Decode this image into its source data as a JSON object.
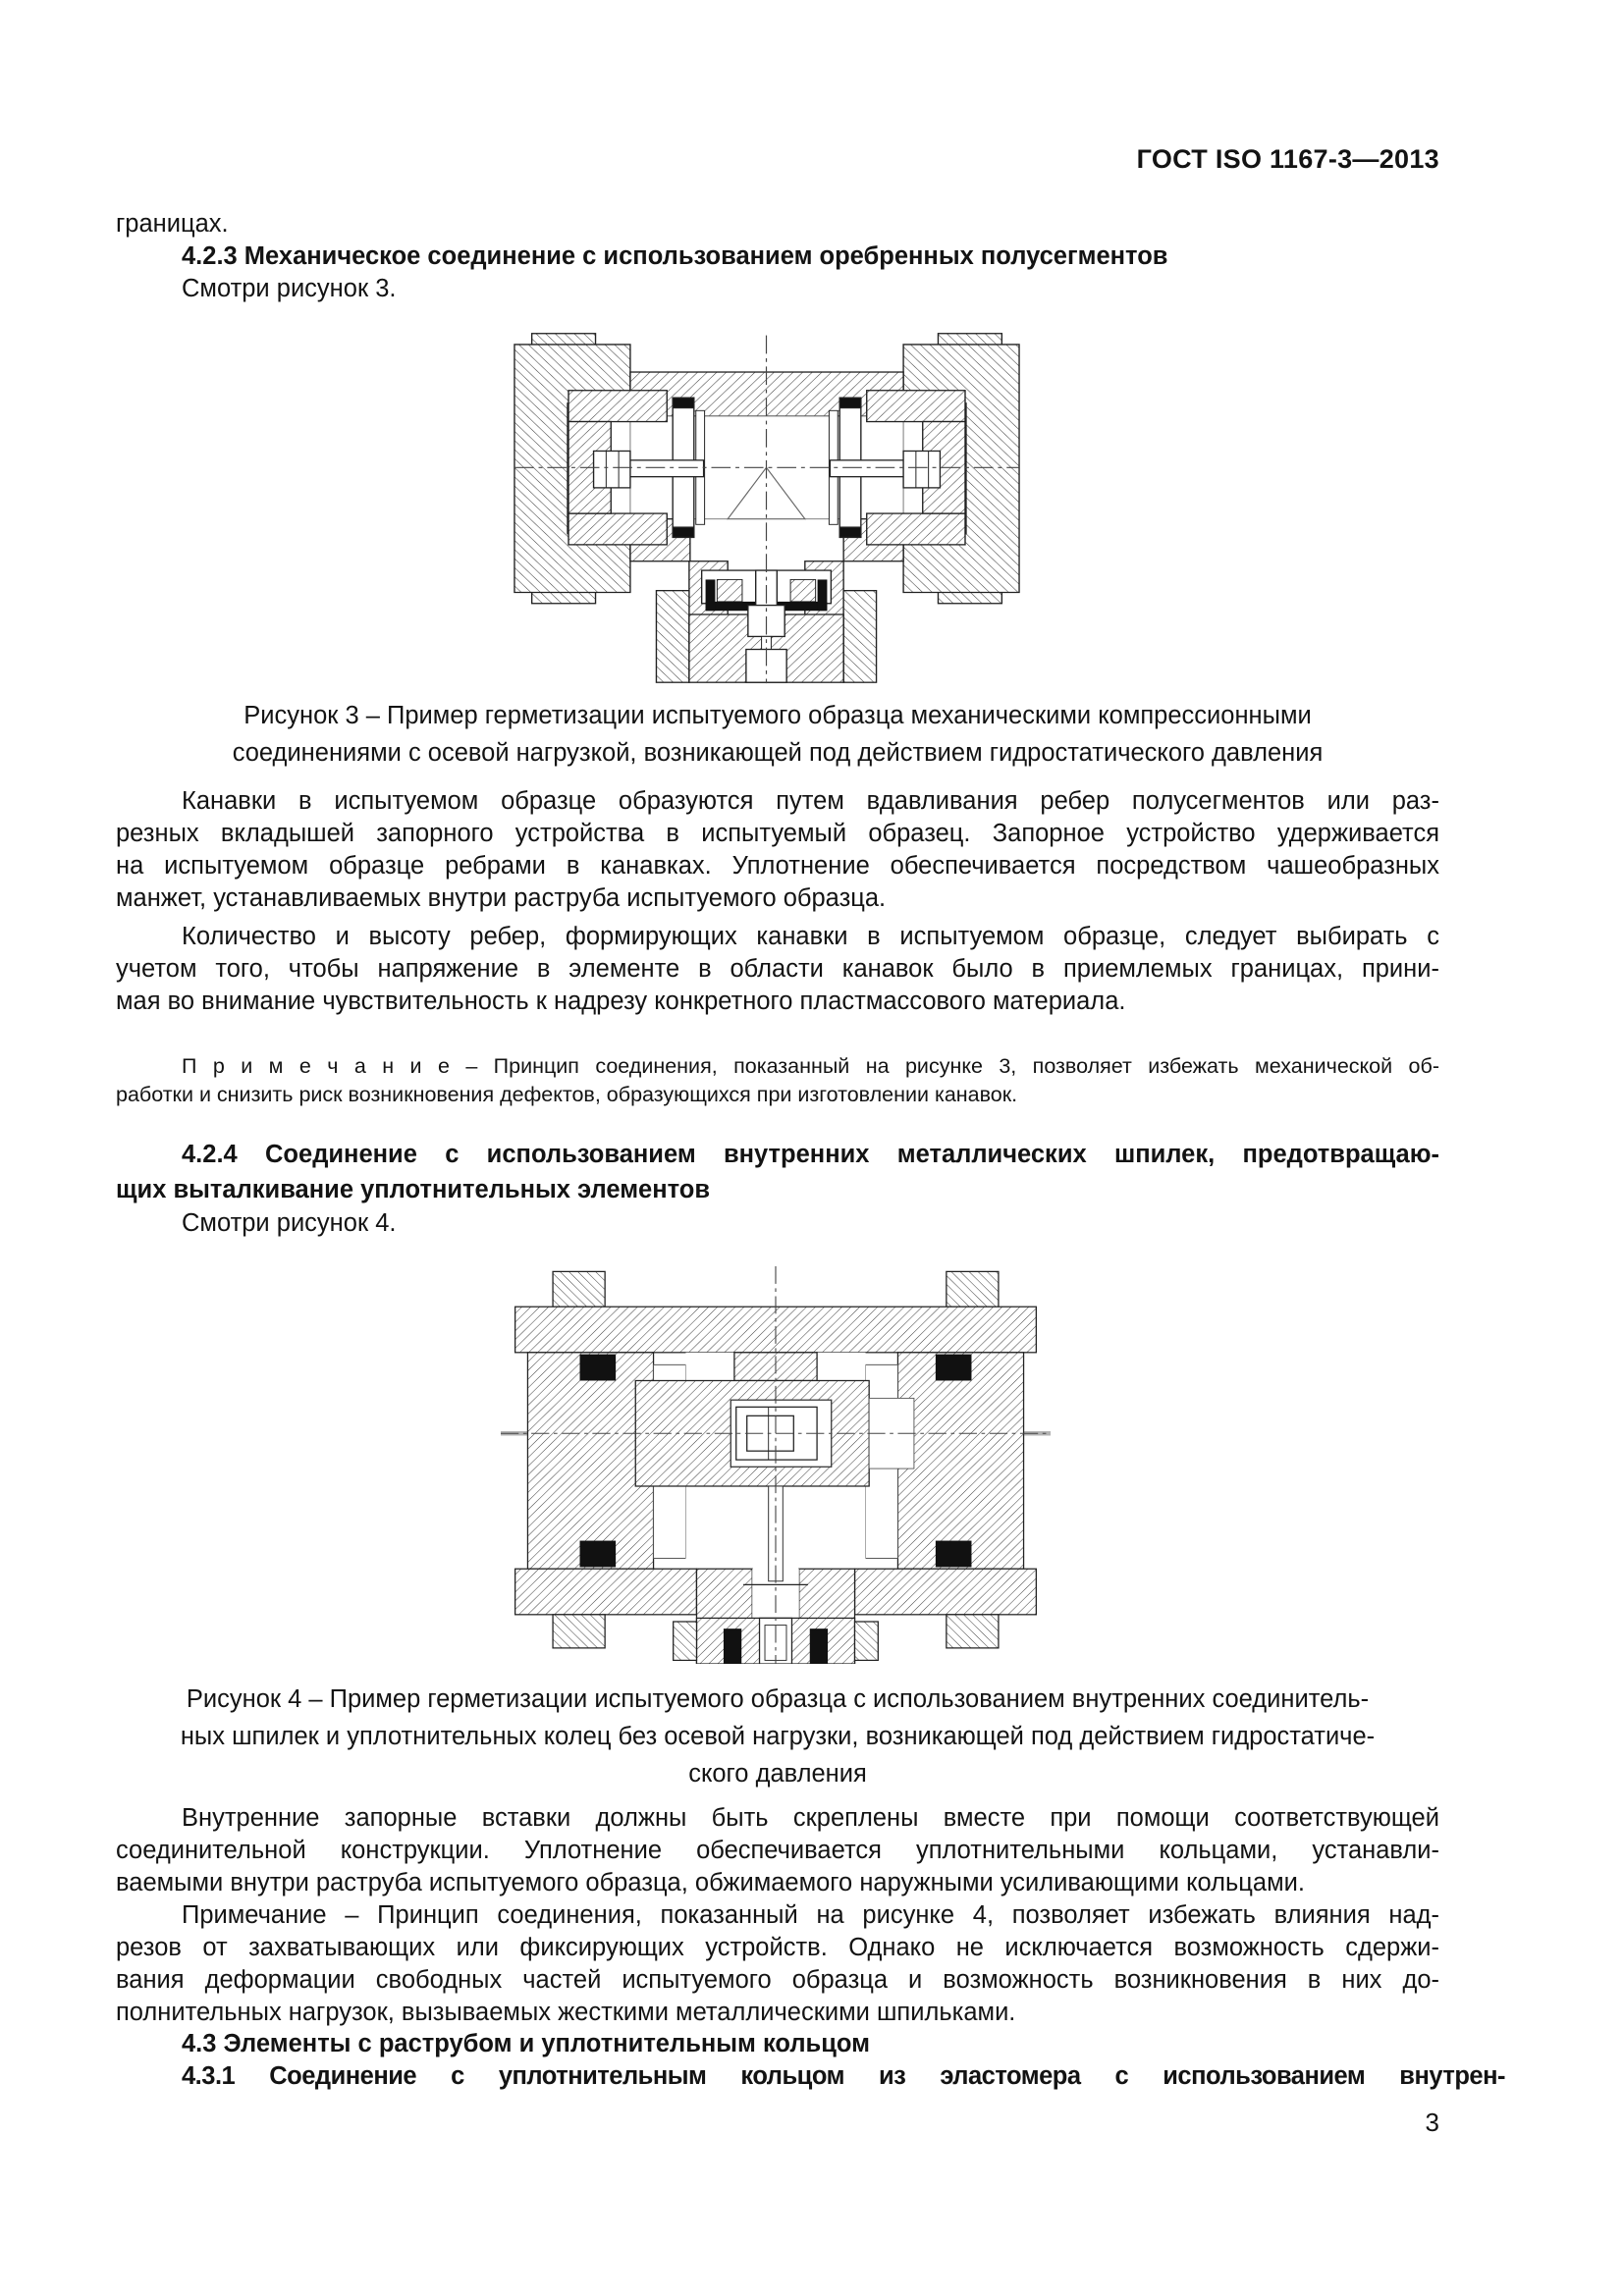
{
  "page": {
    "header": "ГОСТ ISO 1167-3—2013",
    "page_number": "3"
  },
  "content": {
    "intro_fragment": "границах.",
    "heading_423": "4.2.3 Механическое соединение с использованием оребренных полусегментов",
    "see_figure_3": "Смотри рисунок 3.",
    "figure3": {
      "caption_lines": [
        "Рисунок 3 – Пример герметизации испытуемого образца механическими компрессионными",
        "соединениями с осевой нагрузкой, возникающей под действием гидростатического давления"
      ]
    },
    "para1_lines": [
      "Канавки в испытуемом образце образуются путем вдавливания ребер полусегментов или раз-",
      "резных вкладышей запорного устройства в испытуемый образец. Запорное устройство удерживается",
      "на испытуемом образце ребрами в канавках. Уплотнение обеспечивается посредством чашеобразных",
      "манжет, устанавливаемых внутри раструба испытуемого образца."
    ],
    "para2_lines": [
      "Количество и высоту ребер, формирующих канавки в испытуемом образце, следует выбирать с",
      "учетом того, чтобы напряжение в элементе в области канавок было в приемлемых границах, прини-",
      "мая во внимание чувствительность к надрезу конкретного пластмассового материала."
    ],
    "note1_lines": [
      "П р и м е ч а н и е – Принцип соединения, показанный на рисунке 3, позволяет избежать механической об-",
      "работки и снизить риск возникновения дефектов, образующихся при изготовлении канавок."
    ],
    "heading_424_lines": [
      "4.2.4 Соединение с использованием внутренних металлических шпилек, предотвращаю-",
      "щих выталкивание уплотнительных элементов"
    ],
    "see_figure_4": "Смотри рисунок 4.",
    "figure4": {
      "caption_lines": [
        "Рисунок 4 – Пример герметизации испытуемого образца с использованием внутренних соединитель-",
        "ных шпилек и уплотнительных колец без осевой нагрузки, возникающей под действием гидростатиче-",
        "ского давления"
      ]
    },
    "para3_lines": [
      "Внутренние запорные вставки должны быть скреплены вместе при помощи соответствующей",
      "соединительной конструкции. Уплотнение обеспечивается уплотнительными кольцами, устанавли-",
      "ваемыми внутри раструба испытуемого образца, обжимаемого наружными усиливающими кольцами."
    ],
    "para4_lines": [
      "Примечание – Принцип соединения, показанный на рисунке 4, позволяет избежать влияния над-",
      "резов от захватывающих или фиксирующих устройств. Однако не исключается возможность сдержи-",
      "вания деформации свободных частей испытуемого образца и возможность возникновения в них до-",
      "полнительных нагрузок, вызываемых жесткими металлическими шпильками."
    ],
    "heading_43": "4.3 Элементы с раструбом и уплотнительным кольцом",
    "heading_431": "4.3.1 Соединение с уплотнительным кольцом из эластомера с использованием внутрен-"
  },
  "colors": {
    "ink": "#131313",
    "hatch": "#3c3c3c",
    "seal_black": "#111111",
    "centerline": "#444444"
  }
}
